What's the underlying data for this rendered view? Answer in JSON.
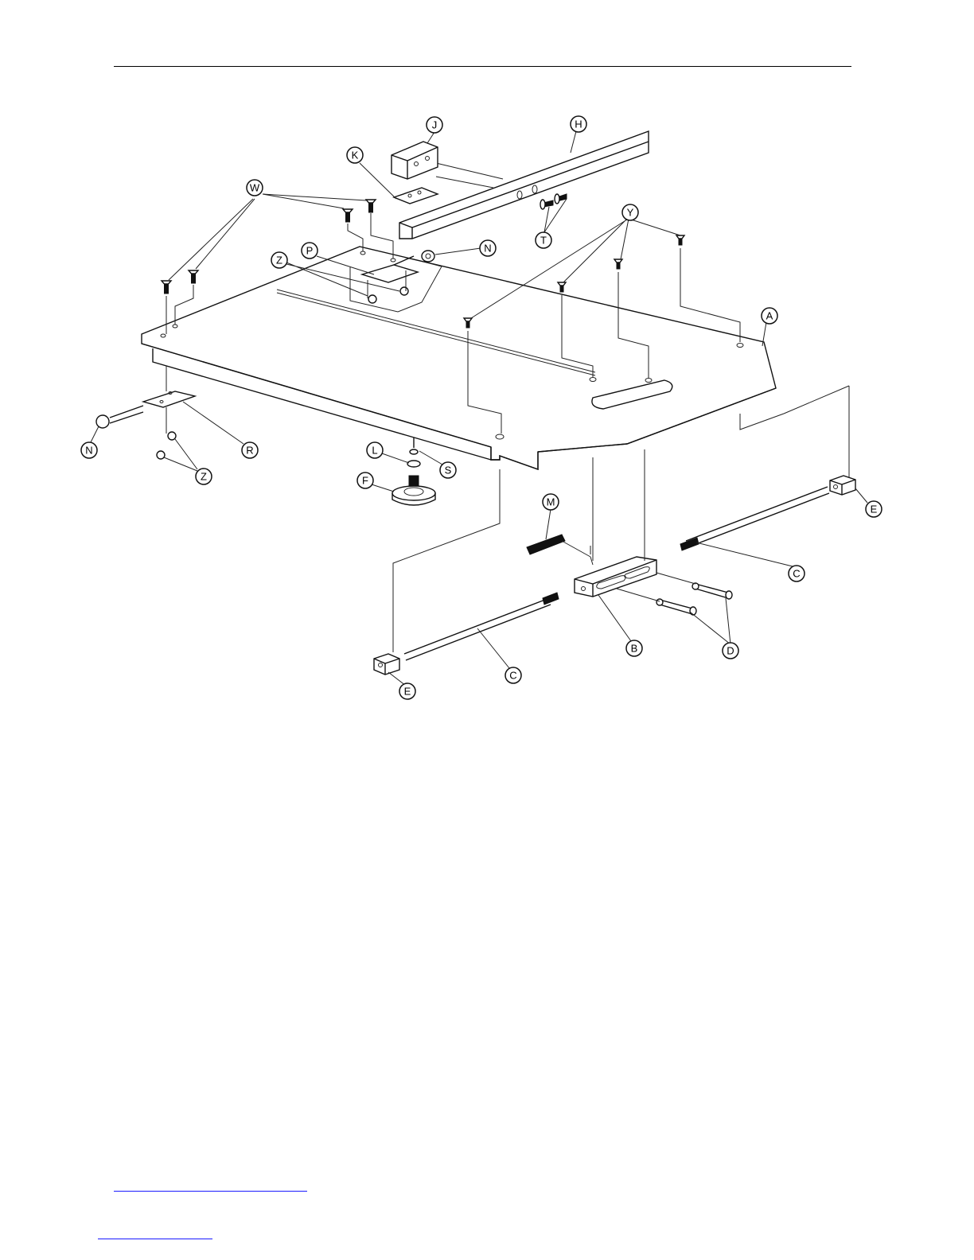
{
  "callouts": {
    "A": "A",
    "B": "B",
    "C": "C",
    "D": "D",
    "E": "E",
    "F": "F",
    "H": "H",
    "J": "J",
    "K": "K",
    "L": "L",
    "M": "M",
    "N": "N",
    "P": "P",
    "R": "R",
    "S": "S",
    "T": "T",
    "W": "W",
    "Y": "Y",
    "Z": "Z"
  },
  "colors": {
    "line": "#111111",
    "link": "#1a1aff"
  }
}
